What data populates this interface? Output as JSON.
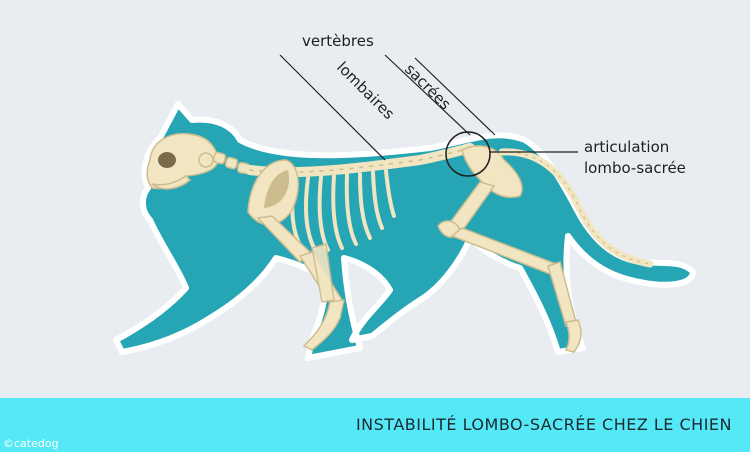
{
  "labels": {
    "vertebres": "vertèbres",
    "lombaires": "lombaires",
    "sacrees": "sacrées",
    "articulation_line1": "articulation",
    "articulation_line2": "lombo-sacrée"
  },
  "banner": {
    "title": "INSTABILITÉ LOMBO-SACRÉE CHEZ LE CHIEN"
  },
  "credit": "©catedog",
  "colors": {
    "background": "#e9edf1",
    "silhouette": "#26a6b5",
    "bone": "#f1e5c2",
    "bone_shadow": "#cdbd8e",
    "banner": "#55e9f7"
  }
}
